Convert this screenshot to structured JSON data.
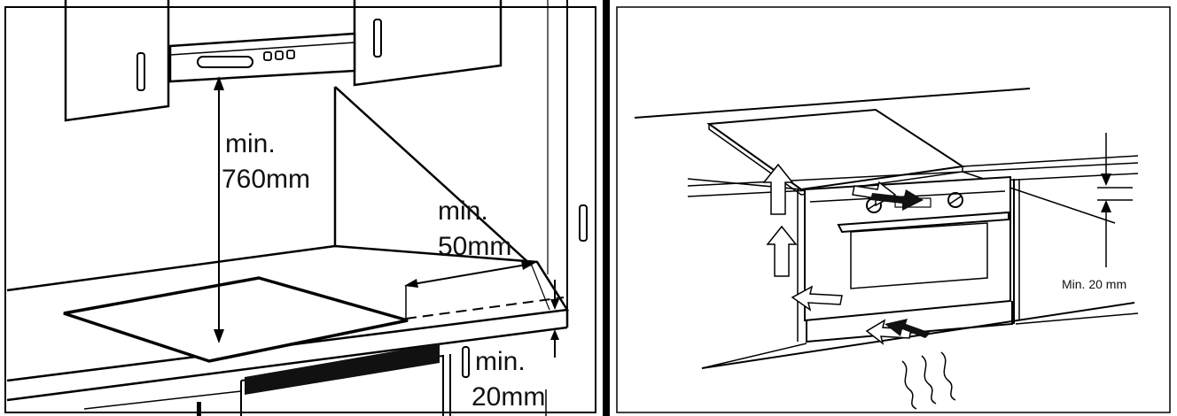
{
  "left_diagram": {
    "height_label_line1": "min.",
    "height_label_line2": "760mm",
    "side_label_line1": "min.",
    "side_label_line2": "50mm",
    "bottom_label_line1": "min.",
    "bottom_label_line2": "20mm"
  },
  "right_diagram": {
    "gap_label": "Min. 20 mm"
  }
}
